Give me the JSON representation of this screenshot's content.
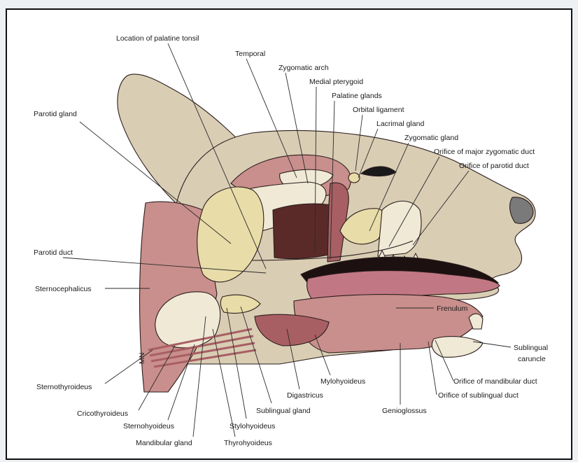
{
  "figure": {
    "colors": {
      "skin": "#d9cdb4",
      "muscle": "#c98f8c",
      "muscle_dark": "#a85f63",
      "gland": "#e8dca8",
      "bone": "#efe9d6",
      "cavity": "#5a2a28",
      "tongue": "#c27884",
      "nose": "#7a7a7a"
    },
    "labels": {
      "palatine_tonsil": "Location of palatine tonsil",
      "temporal": "Temporal",
      "zygomatic_arch": "Zygomatic arch",
      "medial_pterygoid": "Medial pterygoid",
      "palatine_glands": "Palatine glands",
      "orbital_ligament": "Orbital ligament",
      "lacrimal_gland": "Lacrimal gland",
      "zygomatic_gland": "Zygomatic gland",
      "orifice_major_zygomatic": "Orifice of major zygomatic duct",
      "orifice_parotid": "Orifice of parotid duct",
      "parotid_gland": "Parotid gland",
      "parotid_duct": "Parotid duct",
      "sternocephalicus": "Sternocephalicus",
      "frenulum": "Frenulum",
      "sublingual_caruncle_1": "Sublingual",
      "sublingual_caruncle_2": "caruncle",
      "orifice_mandibular": "Orifice of mandibular duct",
      "orifice_sublingual": "Orifice of sublingual duct",
      "genioglossus": "Genioglossus",
      "mylohyoideus": "Mylohyoideus",
      "digastricus": "Digastricus",
      "sublingual_gland": "Sublingual gland",
      "stylohyoideus": "Stylohyoideus",
      "thyrohyoideus": "Thyrohyoideus",
      "mandibular_gland": "Mandibular gland",
      "sternohyoideus": "Sternohyoideus",
      "cricothyroideus": "Cricothyroideus",
      "sternothyroideus": "Sternothyroideus"
    },
    "signature": "MN"
  }
}
